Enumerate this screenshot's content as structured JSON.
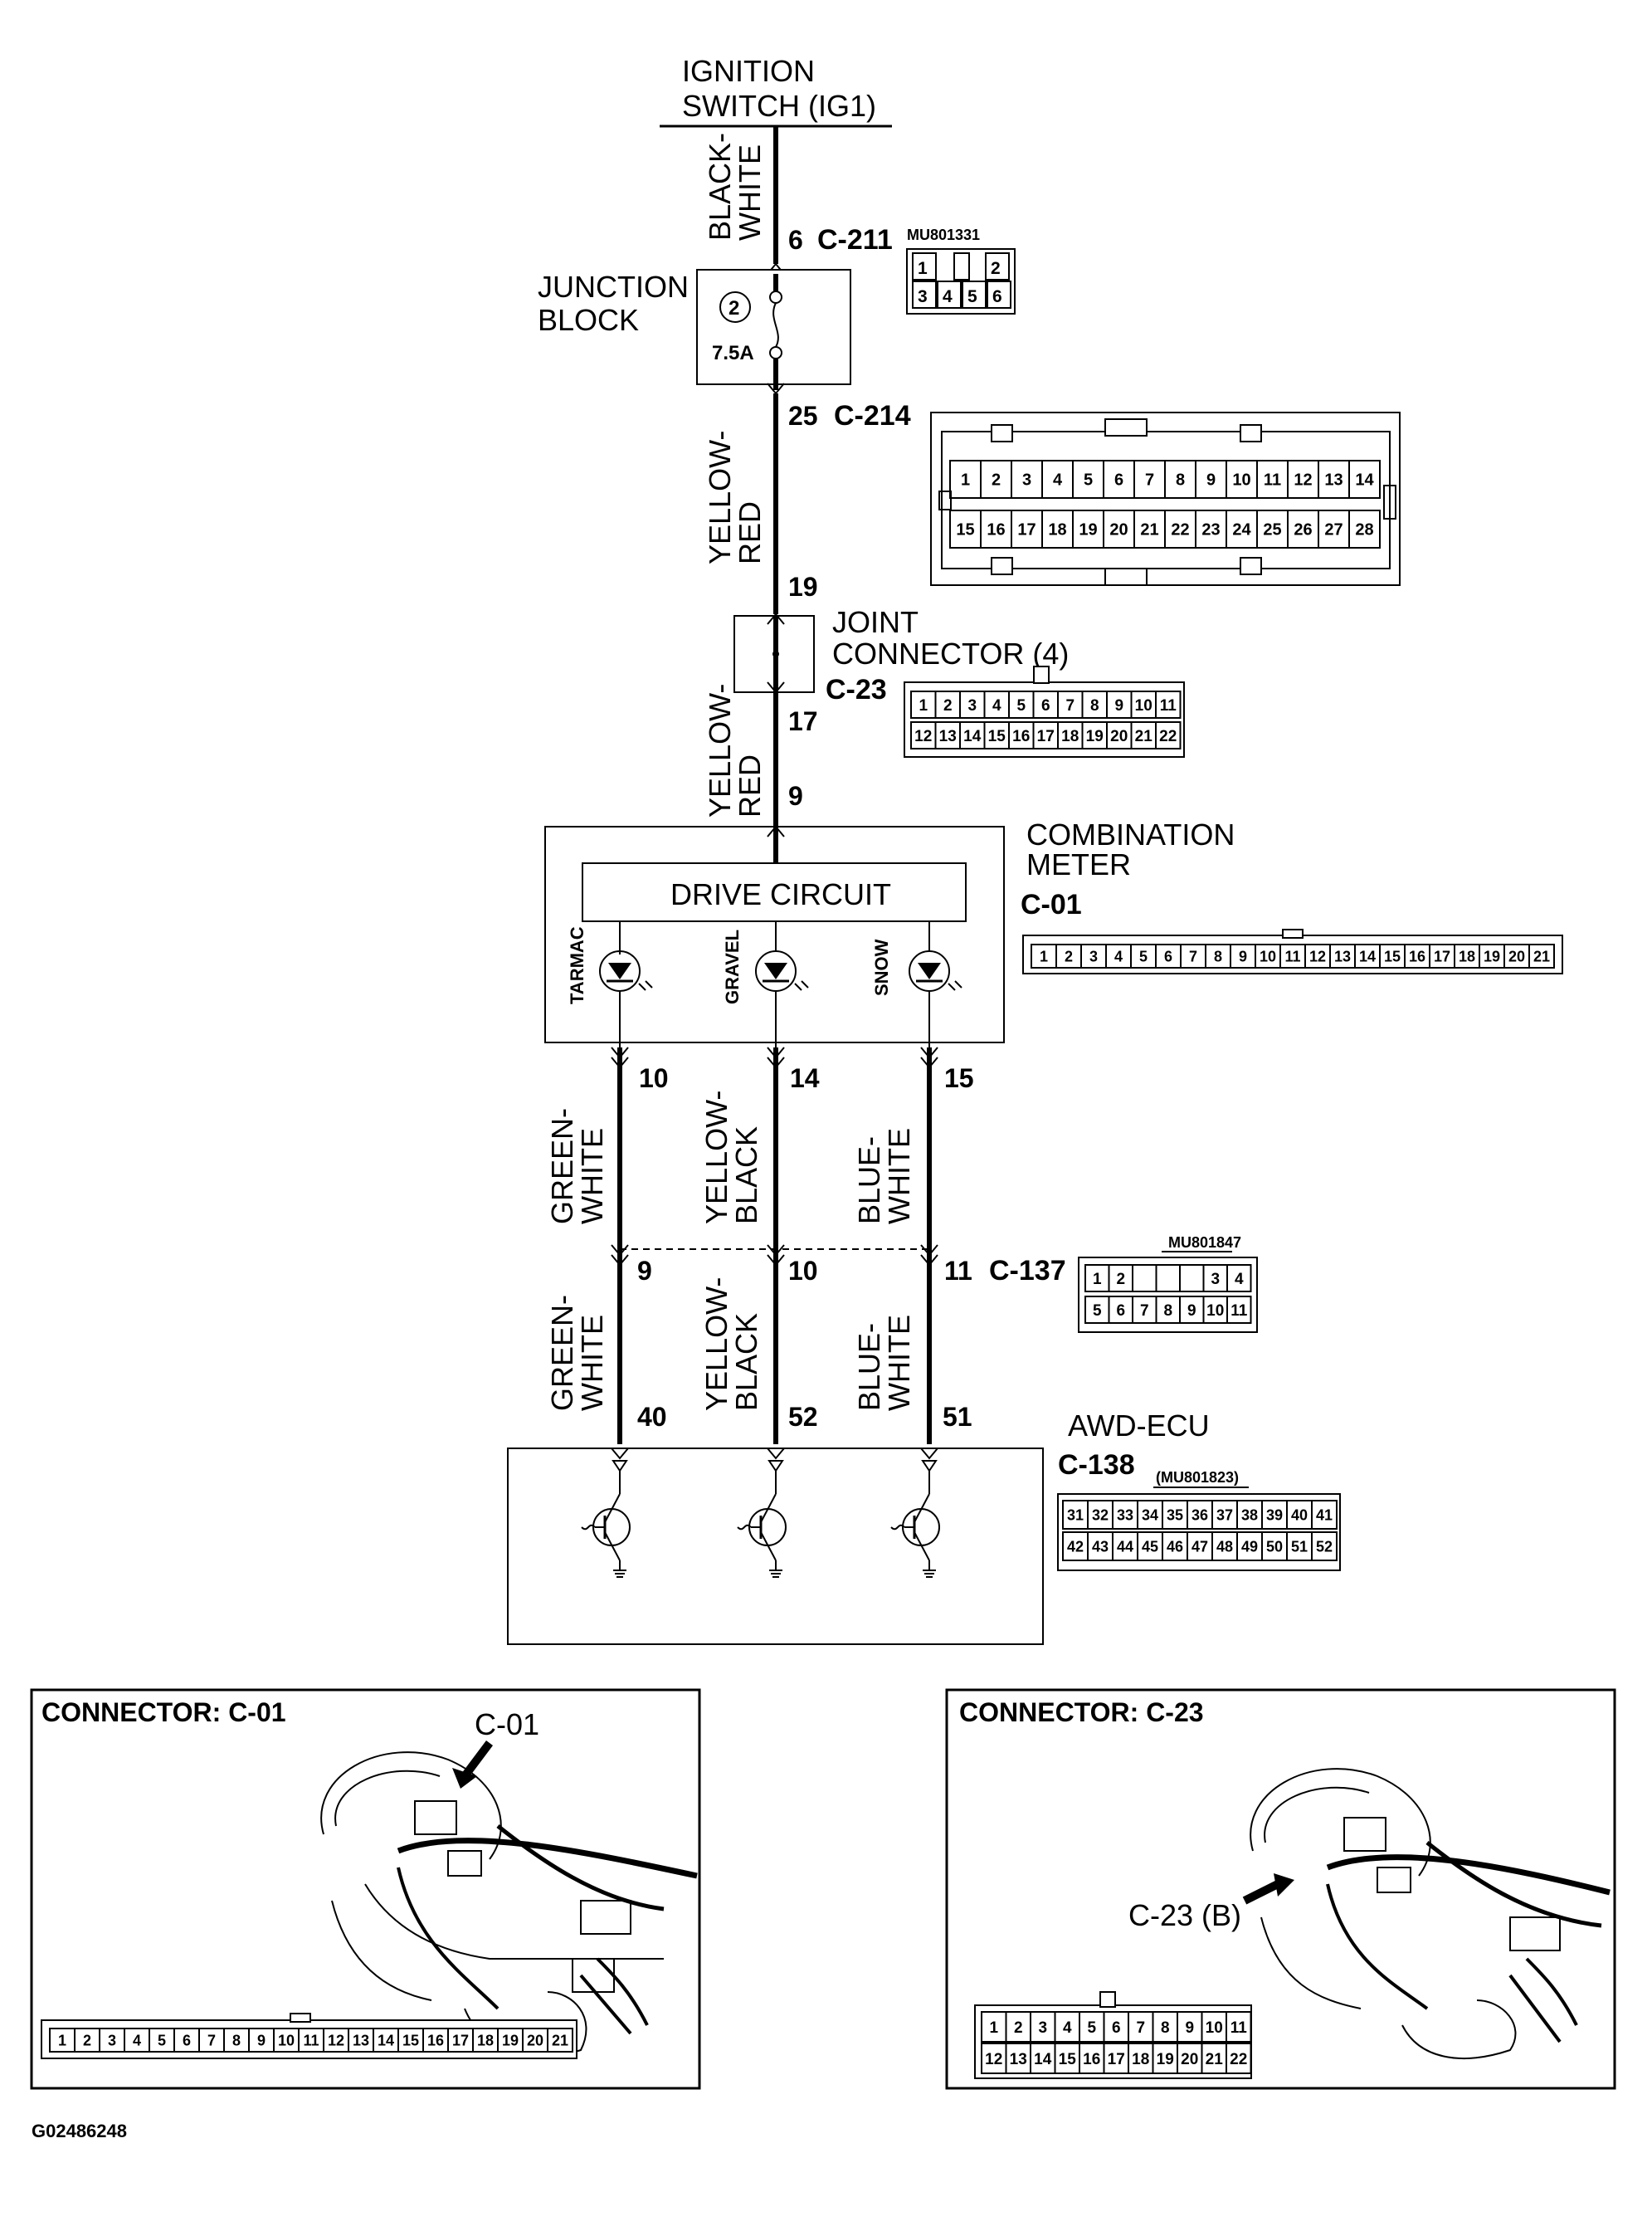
{
  "power_source": {
    "line1": "IGNITION",
    "line2": "SWITCH (IG1)"
  },
  "junction_block": {
    "line1": "JUNCTION",
    "line2": "BLOCK",
    "fuse_number": "2",
    "fuse_rating": "7.5A"
  },
  "joint_connector": {
    "line1": "JOINT",
    "line2": "CONNECTOR (4)"
  },
  "combination_meter": {
    "line1": "COMBINATION",
    "line2": "METER",
    "drive_circuit": "DRIVE CIRCUIT",
    "lamps": [
      "TARMAC",
      "GRAVEL",
      "SNOW"
    ]
  },
  "awd_ecu": {
    "label": "AWD-ECU"
  },
  "wires": {
    "black_white": [
      "BLACK-",
      "WHITE"
    ],
    "yellow_red_upper": [
      "YELLOW-",
      "RED"
    ],
    "yellow_red_lower": [
      "YELLOW-",
      "RED"
    ],
    "green_white_upper": [
      "GREEN-",
      "WHITE"
    ],
    "yellow_black_upper": [
      "YELLOW-",
      "BLACK"
    ],
    "blue_white_upper": [
      "BLUE-",
      "WHITE"
    ],
    "green_white_lower": [
      "GREEN-",
      "WHITE"
    ],
    "yellow_black_lower": [
      "YELLOW-",
      "BLACK"
    ],
    "blue_white_lower": [
      "BLUE-",
      "WHITE"
    ]
  },
  "pins": {
    "c211": "6",
    "c214": "25",
    "jc_top": "19",
    "jc_bottom": "17",
    "meter_in": "9",
    "meter_green": "10",
    "meter_yellow": "14",
    "meter_blue": "15",
    "c137_green": "9",
    "c137_yellow": "10",
    "c137_blue": "11",
    "ecu_green": "40",
    "ecu_yellow": "52",
    "ecu_blue": "51"
  },
  "connectors": {
    "c211": {
      "name": "C-211",
      "part": "MU801331",
      "row1": [
        "1",
        "",
        "",
        "2"
      ],
      "row2": [
        "3",
        "4",
        "5",
        "6"
      ]
    },
    "c214": {
      "name": "C-214",
      "row1": [
        "1",
        "2",
        "3",
        "4",
        "5",
        "6",
        "7",
        "8",
        "9",
        "10",
        "11",
        "12",
        "13",
        "14"
      ],
      "row2": [
        "15",
        "16",
        "17",
        "18",
        "19",
        "20",
        "21",
        "22",
        "23",
        "24",
        "25",
        "26",
        "27",
        "28"
      ]
    },
    "c23": {
      "name": "C-23",
      "row1": [
        "1",
        "2",
        "3",
        "4",
        "5",
        "6",
        "7",
        "8",
        "9",
        "10",
        "11"
      ],
      "row2": [
        "12",
        "13",
        "14",
        "15",
        "16",
        "17",
        "18",
        "19",
        "20",
        "21",
        "22"
      ]
    },
    "c01": {
      "name": "C-01",
      "row1": [
        "1",
        "2",
        "3",
        "4",
        "5",
        "6",
        "7",
        "8",
        "9",
        "10",
        "11",
        "12",
        "13",
        "14",
        "15",
        "16",
        "17",
        "18",
        "19",
        "20",
        "21"
      ]
    },
    "c137": {
      "name": "C-137",
      "part": "MU801847",
      "row1": [
        "1",
        "2",
        "",
        "",
        "",
        "3",
        "4"
      ],
      "row2": [
        "5",
        "6",
        "7",
        "8",
        "9",
        "10",
        "11"
      ]
    },
    "c138": {
      "name": "C-138",
      "part": "(MU801823)",
      "row1": [
        "31",
        "32",
        "33",
        "34",
        "35",
        "36",
        "37",
        "38",
        "39",
        "40",
        "41"
      ],
      "row2": [
        "42",
        "43",
        "44",
        "45",
        "46",
        "47",
        "48",
        "49",
        "50",
        "51",
        "52"
      ]
    }
  },
  "locator_left": {
    "header": "CONNECTOR: C-01",
    "callout": "C-01"
  },
  "locator_right": {
    "header": "CONNECTOR: C-23",
    "callout": "C-23 (B)"
  },
  "figure_code": "G02486248"
}
